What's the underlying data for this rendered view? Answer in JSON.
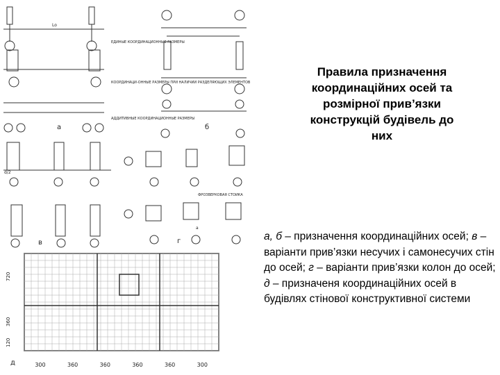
{
  "slide": {
    "title": "Правила призначення\nкоординаційних осей та\nрозмірної прив’язки\nконструкцій будівель до\nних",
    "caption": [
      {
        "letter": "а, б",
        "text": " – призначення координаційних осей;"
      },
      {
        "letter": "в",
        "text": " – варіанти прив’язки несучих і самонесучих стін до осей;"
      },
      {
        "letter": "г",
        "text": " – варіанти прив’язки колон до осей;"
      },
      {
        "letter": "д",
        "text": " – призначеня координаційних осей в будівлях стінової конструктивної системи"
      }
    ]
  },
  "figure": {
    "panel_labels": {
      "a": "а",
      "b": "б",
      "v": "в",
      "g": "г",
      "d": "д"
    },
    "notes": {
      "unified": "ЕДИНЫЕ КООРДИНАЦИОННЫЕ РАЗМЕРЫ",
      "coordination": "КООРДИНАЦИ-ОННЫЕ РАЗМЕРЫ ПРИ НАЛИЧИИ РАЗДЕЛЯЮЩИХ ЭЛЕМЕНТОВ",
      "additive": "АДДИТИВНЫЕ КООРДИНАЦИОННЫЕ РАЗМЕРЫ",
      "column": "ФРОЗВЕРКОВАЯ СТОИКА"
    },
    "dim_labels": {
      "lo": "Lo",
      "d2": "d/2",
      "a": "a"
    },
    "plan_widths": [
      "300",
      "360",
      "360",
      "360",
      "360",
      "300"
    ],
    "plan_heights": [
      "720",
      "360",
      "120"
    ]
  }
}
